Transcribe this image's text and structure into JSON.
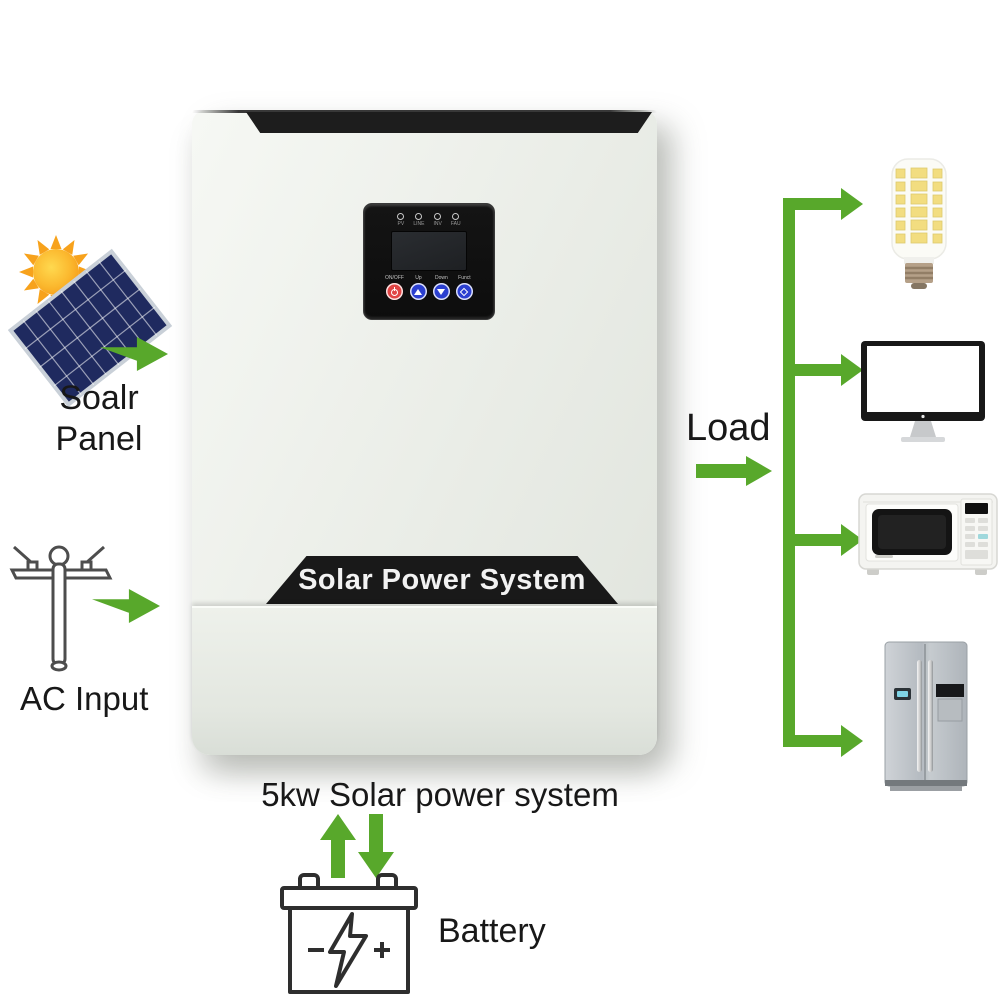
{
  "colors": {
    "arrow_green": "#58a82b",
    "inverter_band": "#1b1b1b",
    "button_red": "#e04444",
    "button_blue": "#2b3fd0",
    "solar_panel_blue": "#1f2a5f",
    "sun_orange": "#f7a21c"
  },
  "left": {
    "solar_icon": "solar-panel-sun-icon",
    "solar_label_line1": "Soalr",
    "solar_label_line2": "Panel",
    "ac_icon": "utility-pole-icon",
    "ac_label": "AC Input"
  },
  "inverter": {
    "band_text": "Solar Power System",
    "display": {
      "leds": [
        {
          "label": "PV"
        },
        {
          "label": "LINE"
        },
        {
          "label": "INV"
        },
        {
          "label": "FAU"
        }
      ],
      "buttons": [
        {
          "label": "ON/OFF",
          "color": "red"
        },
        {
          "label": "Up",
          "color": "blue"
        },
        {
          "label": "Down",
          "color": "blue"
        },
        {
          "label": "Funct",
          "color": "blue"
        }
      ]
    }
  },
  "bottom": {
    "system_label": "5kw Solar power system",
    "battery_label": "Battery",
    "battery_minus": "−",
    "battery_plus": "+"
  },
  "load": {
    "label": "Load",
    "devices": [
      {
        "icon": "led-bulb-icon"
      },
      {
        "icon": "monitor-icon"
      },
      {
        "icon": "microwave-icon"
      },
      {
        "icon": "refrigerator-icon"
      }
    ]
  }
}
